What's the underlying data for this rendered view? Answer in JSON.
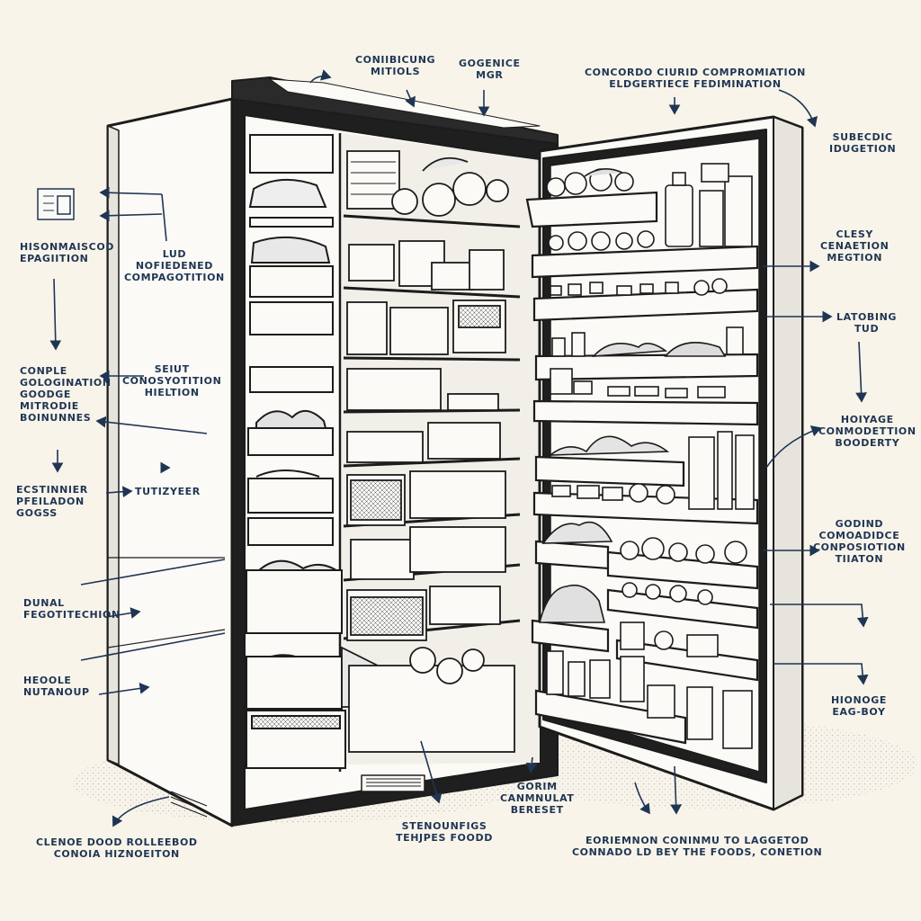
{
  "colors": {
    "ink": "#1c1c1c",
    "label": "#1f3553",
    "background": "#f8f4ea",
    "cabinet": "#fbfaf6"
  },
  "labels": [
    {
      "id": "top-left-1",
      "lines": [
        "Coniibicung",
        "Mitiols"
      ]
    },
    {
      "id": "top-mid",
      "lines": [
        "Gogenice",
        "Mgr"
      ]
    },
    {
      "id": "top-right-1",
      "lines": [
        "Concordo Ciurid Compromiation",
        "Eldgertiece Fedimination"
      ]
    },
    {
      "id": "top-right-2",
      "lines": [
        "Subecdic",
        "Idugetion"
      ]
    },
    {
      "id": "left-1",
      "lines": [
        "Hisonmaiscod",
        "Epagiition"
      ]
    },
    {
      "id": "left-2",
      "lines": [
        "Lud",
        "Nofiedened",
        "Compagotition"
      ]
    },
    {
      "id": "left-3",
      "lines": [
        "Conple",
        "Gologination",
        "Goodge",
        "Mitrodie",
        "Boinunnes"
      ]
    },
    {
      "id": "left-4",
      "lines": [
        "Seiut",
        "Conosyotition",
        "Hieltion"
      ]
    },
    {
      "id": "left-5",
      "lines": [
        "Ecstinnier",
        "Pfeiladon",
        "Gogss"
      ]
    },
    {
      "id": "left-6",
      "lines": [
        "Tutizyeer"
      ]
    },
    {
      "id": "left-7",
      "lines": [
        "Dunal",
        "Fegotitechion"
      ]
    },
    {
      "id": "left-8",
      "lines": [
        "Heoole",
        "Nutanoup"
      ]
    },
    {
      "id": "right-1",
      "lines": [
        "Clesy",
        "Cenaetion",
        "Megtion"
      ]
    },
    {
      "id": "right-2",
      "lines": [
        "Latobing",
        "Tud"
      ]
    },
    {
      "id": "right-3",
      "lines": [
        "Hoiyage",
        "Conmodettion",
        "Booderty"
      ]
    },
    {
      "id": "right-4",
      "lines": [
        "Godind",
        "Comoadidce",
        "Conposiotion",
        "Tiiaton"
      ]
    },
    {
      "id": "right-5",
      "lines": [
        "Hionoge",
        "Eag-Boy"
      ]
    },
    {
      "id": "bottom-1",
      "lines": [
        "Clenoe Dood Rolleebod",
        "Conoia Hiznoeiton"
      ]
    },
    {
      "id": "bottom-2",
      "lines": [
        "Stenounfigs",
        "Tehjpes Foodd"
      ]
    },
    {
      "id": "bottom-3",
      "lines": [
        "Gorim",
        "Canmnulat",
        "Bereset"
      ]
    },
    {
      "id": "bottom-4",
      "lines": [
        "Eoriemnon Coninmu To Laggetod",
        "Connado Ld Bey The Foods, Conetion"
      ]
    }
  ]
}
